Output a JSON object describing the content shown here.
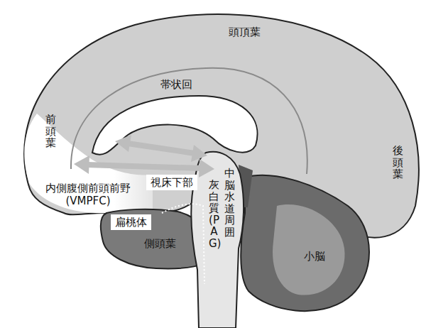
{
  "diagram": {
    "nodes": [
      {
        "text": [
          "視床下部"
        ]
      },
      {
        "text": [
          "扁桃体"
        ]
      }
    ],
    "labels": [
      "頭頂葉",
      "帯状回",
      "前頭葉",
      "内側腹側前頭前野 (VMPFC)",
      "側頭葉",
      "中脳水道周囲",
      "灰白質(PAG)",
      "小脳",
      "後頭葉"
    ]
  }
}
